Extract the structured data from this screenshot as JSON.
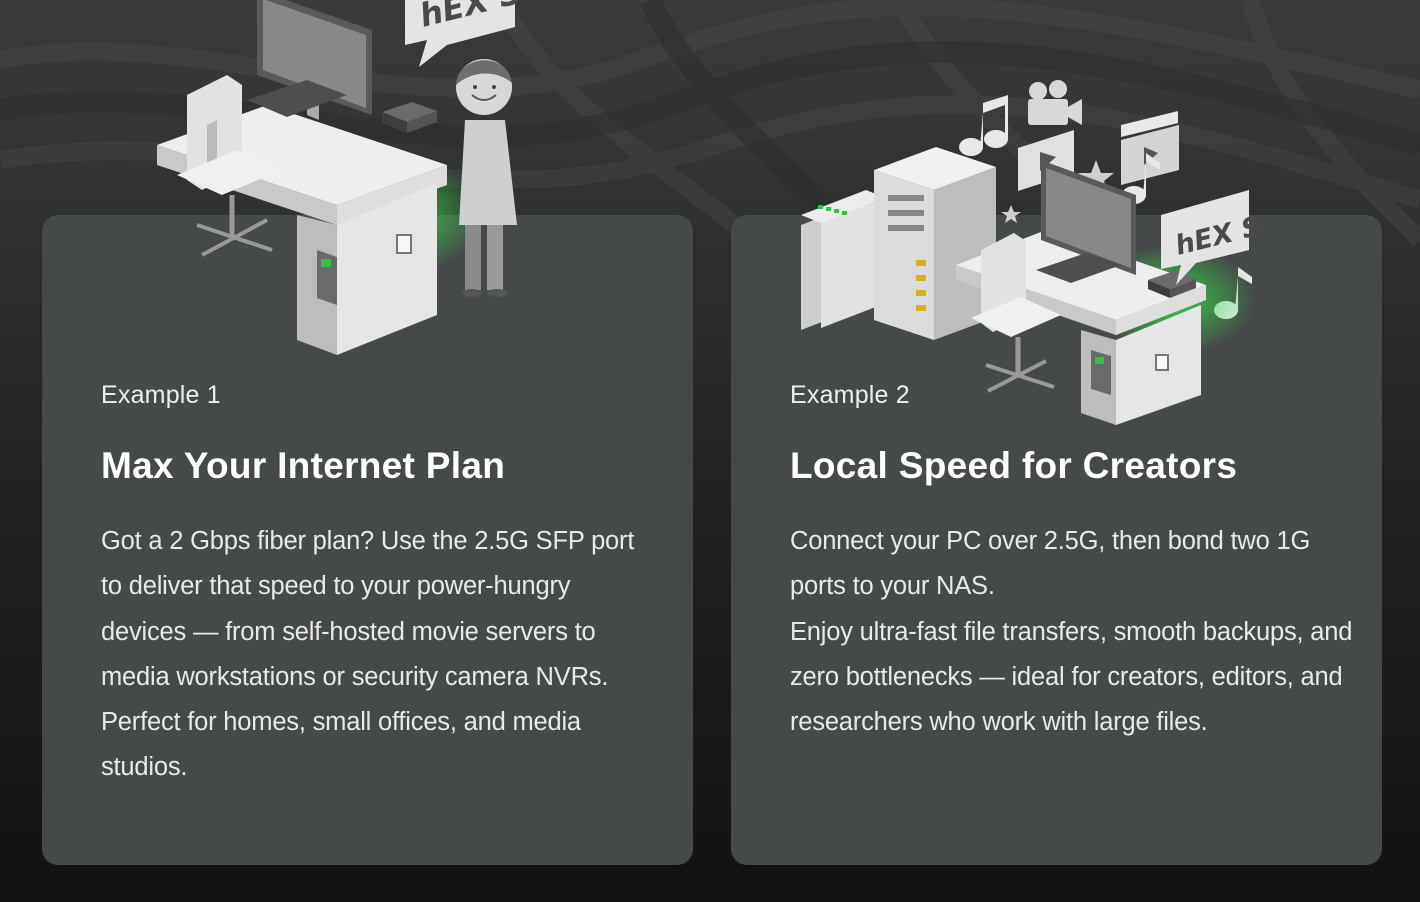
{
  "cards": [
    {
      "eyebrow": "Example 1",
      "title": "Max Your Internet Plan",
      "paragraphs": [
        "Got a 2 Gbps fiber plan? Use the 2.5G SFP port to deliver that speed to your power-hungry devices — from self-hosted movie servers to media workstations or security camera NVRs. Perfect for homes, small offices, and media studios."
      ],
      "device_label": "hEX S"
    },
    {
      "eyebrow": "Example 2",
      "title": "Local Speed for Creators",
      "paragraphs": [
        "Connect your PC over 2.5G, then bond two 1G ports to your NAS.",
        "Enjoy ultra-fast file transfers, smooth backups, and zero bottlenecks — ideal for creators, editors, and researchers who work with large files."
      ],
      "device_label": "hEX S"
    }
  ],
  "colors": {
    "accent_glow": "#35e04a",
    "card_bg": "#46494a",
    "page_bg": "#161718"
  },
  "icons": [
    "music-note-icon",
    "video-camera-icon",
    "play-icon",
    "clapperboard-icon",
    "star-icon"
  ]
}
